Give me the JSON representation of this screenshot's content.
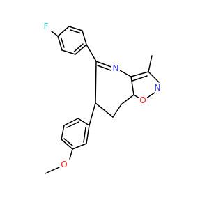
{
  "atoms": {
    "fluorine": {
      "label": "F",
      "color": "#33CCCC"
    },
    "azepine_n": {
      "label": "N",
      "color": "#3333FF"
    },
    "isoxazole_n": {
      "label": "N",
      "color": "#3333FF"
    },
    "isoxazole_o": {
      "label": "O",
      "color": "#FF2020"
    },
    "methoxy_o": {
      "label": "O",
      "color": "#FF2020"
    }
  },
  "bond_color": "#000000"
}
